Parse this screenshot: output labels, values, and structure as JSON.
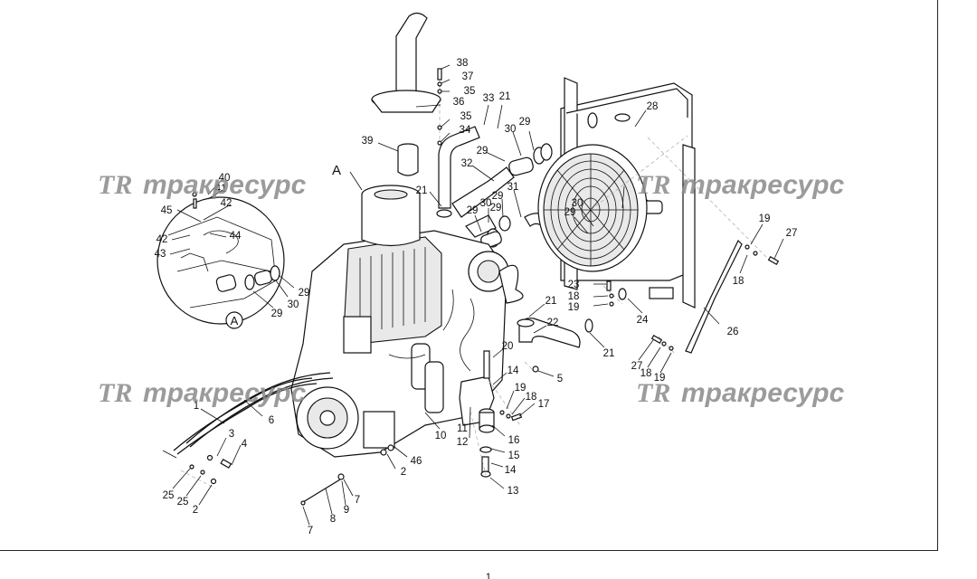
{
  "watermarks": [
    {
      "logo": "TR",
      "text": "тракресурс"
    },
    {
      "logo": "TR",
      "text": "тракресурс"
    },
    {
      "logo": "TR",
      "text": "тракресурс"
    },
    {
      "logo": "TR",
      "text": "тракресурс"
    }
  ],
  "view_labels": {
    "detail_callout": "A",
    "detail_circle": "A"
  },
  "callouts": [
    "38",
    "37",
    "35",
    "36",
    "35",
    "34",
    "39",
    "33",
    "21",
    "30",
    "29",
    "28",
    "29",
    "32",
    "21",
    "31",
    "30",
    "29",
    "29",
    "29",
    "30",
    "29",
    "23",
    "18",
    "19",
    "24",
    "21",
    "22",
    "21",
    "20",
    "14",
    "5",
    "13",
    "19",
    "18",
    "17",
    "16",
    "15",
    "14",
    "12",
    "11",
    "10",
    "46",
    "2",
    "1",
    "6",
    "3",
    "4",
    "25",
    "25",
    "2",
    "7",
    "8",
    "9",
    "7",
    "40",
    "41",
    "42",
    "45",
    "42",
    "43",
    "44",
    "30",
    "29",
    "29",
    "19",
    "27",
    "18",
    "26",
    "27",
    "18",
    "19"
  ],
  "page_marker": "1"
}
